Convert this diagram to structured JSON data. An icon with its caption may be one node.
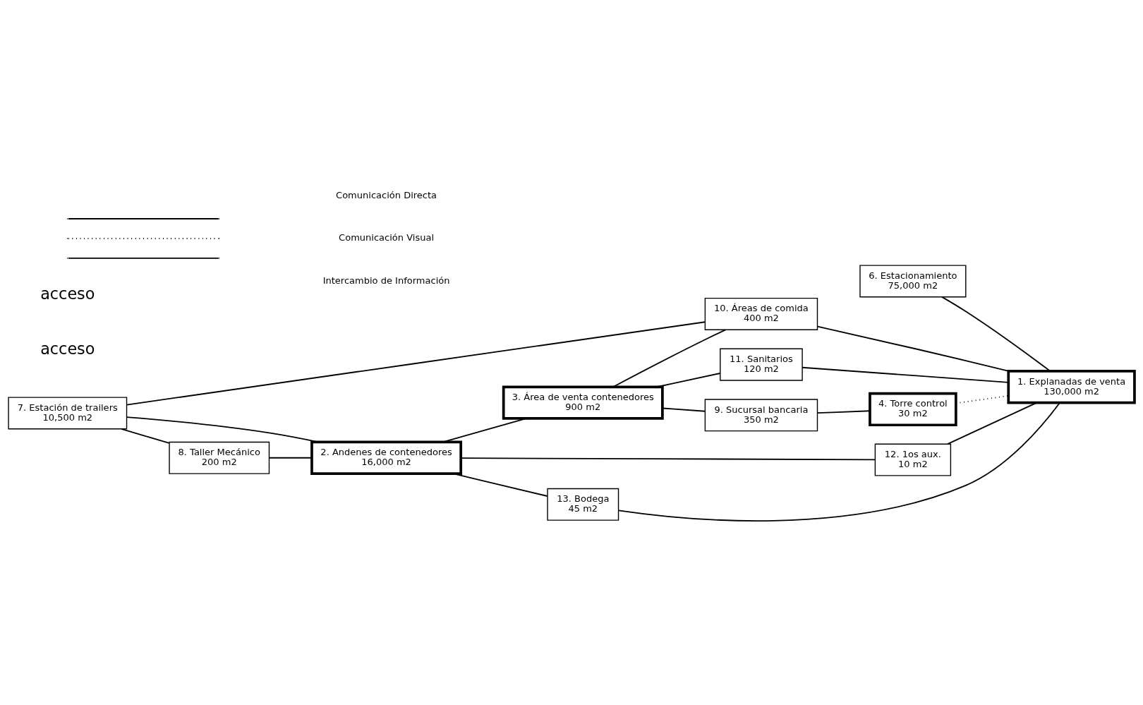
{
  "diagram": {
    "nodes": [
      {
        "text": [
          "7. Estación de trailers",
          "10,500 m2"
        ]
      },
      {
        "text": [
          "6. Estacionamiento",
          "75,000 m2"
        ]
      },
      {
        "text": [
          "8. Taller Mecánico",
          "200 m2"
        ]
      },
      {
        "text": [
          "2. Andenes de contenedores",
          "16,000 m2"
        ]
      },
      {
        "text": [
          "3. Área de venta contenedores",
          "900 m2"
        ]
      },
      {
        "text": [
          "10. Áreas de comida",
          "400 m2"
        ]
      },
      {
        "text": [
          "1. Explanadas de venta",
          "130,000 m2"
        ]
      },
      {
        "text": [
          "11. Sanitarios",
          "120 m2"
        ]
      },
      {
        "text": [
          "9. Sucursal bancaria",
          "350 m2"
        ]
      },
      {
        "text": [
          "4. Torre control",
          "30 m2"
        ]
      },
      {
        "text": [
          "12. 1os aux.",
          "10 m2"
        ]
      },
      {
        "text": [
          "13. Bodega",
          "45 m2"
        ]
      }
    ],
    "edges": [
      {
        "from": 0,
        "to": 3,
        "arrow": "none"
      },
      {
        "from": 0,
        "to": 2,
        "arrow": "none"
      },
      {
        "from": 0,
        "to": 5,
        "arrow": "none"
      },
      {
        "from": 2,
        "to": 3,
        "arrow": "none"
      },
      {
        "from": 1,
        "to": 6,
        "arrow": "none"
      },
      {
        "from": 4,
        "to": 5,
        "arrow": "none"
      },
      {
        "from": 5,
        "to": 6,
        "arrow": "none"
      },
      {
        "from": 3,
        "to": 4,
        "arrow": "none"
      },
      {
        "from": 4,
        "to": 7,
        "arrow": "none"
      },
      {
        "from": 7,
        "to": 6,
        "arrow": "none"
      },
      {
        "from": 4,
        "to": 8,
        "arrow": "none"
      },
      {
        "from": 8,
        "to": 9,
        "arrow": "none"
      },
      {
        "from": 9,
        "to": 6,
        "arrow": "none",
        "style": "dashed"
      },
      {
        "from": 3,
        "to": 10,
        "arrow": "none"
      },
      {
        "from": 10,
        "to": 6,
        "arrow": "none"
      },
      {
        "from": 3,
        "to": 11,
        "arrow": "none"
      },
      {
        "from": 11,
        "to": 6,
        "arrow": "none"
      }
    ],
    "labels": [
      "acceso",
      "acceso"
    ],
    "legend": [
      {
        "text": "Comunicación Directa"
      },
      {
        "text": "Comunicación Visual"
      },
      {
        "text": "Intercambio de Información"
      }
    ]
  }
}
